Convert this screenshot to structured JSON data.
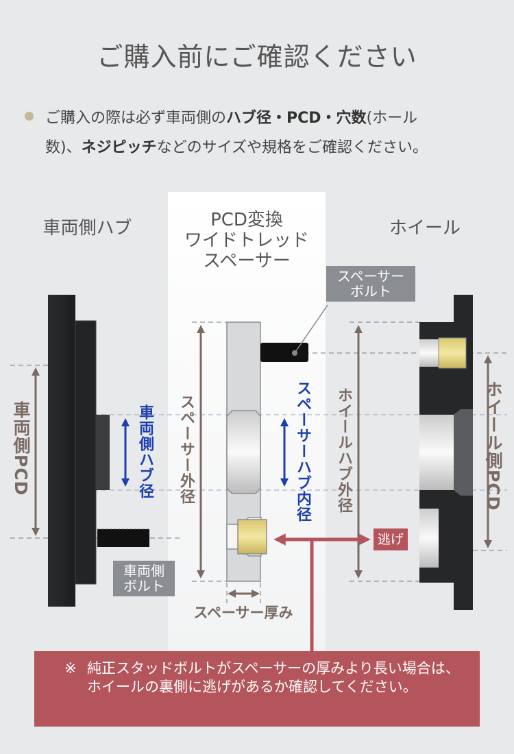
{
  "title": "ご購入前にご確認ください",
  "notice": {
    "line1_a": "ご購入の際は必ず車両側の",
    "line1_b": "ハブ径・PCD・穴数",
    "line1_c": "(ホール",
    "line2_a": "数)、",
    "line2_b": "ネジピッチ",
    "line2_c": "などのサイズや規格をご確認ください。"
  },
  "diagram": {
    "vehicle_hub": "車両側ハブ",
    "spacer_title": [
      "PCD変換",
      "ワイドトレッド",
      "スペーサー"
    ],
    "wheel": "ホイール",
    "spacer_bolt": [
      "スペーサー",
      "ボルト"
    ],
    "vehicle_bolt": [
      "車両側",
      "ボルト"
    ],
    "vehicle_pcd": "車両側PCD",
    "vehicle_hub_diameter": "車両側ハブ径",
    "spacer_outer_diameter": "スペーサー外径",
    "spacer_hub_inner_diameter": "スペーサーハブ内径",
    "wheel_hub_outer_diameter": "ホイールハブ外径",
    "wheel_pcd": "ホイール側PCD",
    "spacer_thickness": "スペーサー厚み",
    "clearance": "逃げ",
    "colors": {
      "brown": "#7a6a64",
      "blue": "#1c3fae",
      "red": "#b4555c"
    }
  },
  "note": {
    "mark": "※",
    "text": "純正スタッドボルトがスペーサーの厚みより長い場合は、ホイールの裏側に逃げがあるか確認してください。"
  }
}
